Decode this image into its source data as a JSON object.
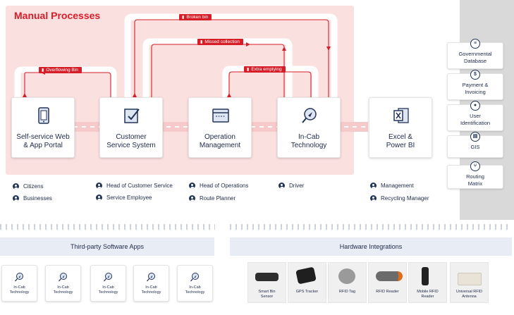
{
  "manual": {
    "title": "Manual Processes"
  },
  "flow_tags": {
    "broken_bin": "Broken bin",
    "missed_collection": "Missed collection",
    "overflowing_bin": "Overflowing Bin",
    "extra_emptying": "Extra emptying"
  },
  "cards": [
    {
      "label": "Self-service Web\n& App Portal",
      "icon": "tablet-icon"
    },
    {
      "label": "Customer\nService System",
      "icon": "checklist-icon"
    },
    {
      "label": "Operation\nManagement",
      "icon": "window-icon"
    },
    {
      "label": "In-Cab\nTechnology",
      "icon": "navigation-icon"
    },
    {
      "label": "Excel &\nPower BI",
      "icon": "excel-icon"
    }
  ],
  "roles": {
    "col1": [
      "Citizens",
      "Businesses"
    ],
    "col2": [
      "Head of Customer Service",
      "Service Employee"
    ],
    "col3": [
      "Head of Operations",
      "Route Planner"
    ],
    "col4": [
      "Driver"
    ],
    "col5": [
      "Management",
      "Recycling Manager"
    ]
  },
  "side_items": [
    {
      "label": "Governmental\nDatabase",
      "icon": "database-icon"
    },
    {
      "label": "Payment &\nInvoicing",
      "icon": "dollar-icon"
    },
    {
      "label": "User\nIdentification",
      "icon": "user-icon"
    },
    {
      "label": "GIS",
      "icon": "document-icon"
    },
    {
      "label": "Routing\nMatrix",
      "icon": "routing-icon"
    }
  ],
  "third_party": {
    "title": "Third-party Software Apps",
    "apps": [
      "In-Cab\nTechnology",
      "In-Cab\nTechnology",
      "In-Cab\nTechnology",
      "In-Cab\nTechnology",
      "In-Cab\nTechnology"
    ]
  },
  "hardware": {
    "title": "Hardware Integrations",
    "items": [
      "Smart Bin\nSensor",
      "GPS Tracker",
      "RFID Tag",
      "RFID Reader",
      "Mobile RFID\nReader",
      "Universal RFID\nAntenna"
    ]
  },
  "colors": {
    "accent": "#d71e28",
    "navy": "#233458",
    "manual_bg": "#fbe0e0",
    "connector": "#f6c9c9"
  }
}
